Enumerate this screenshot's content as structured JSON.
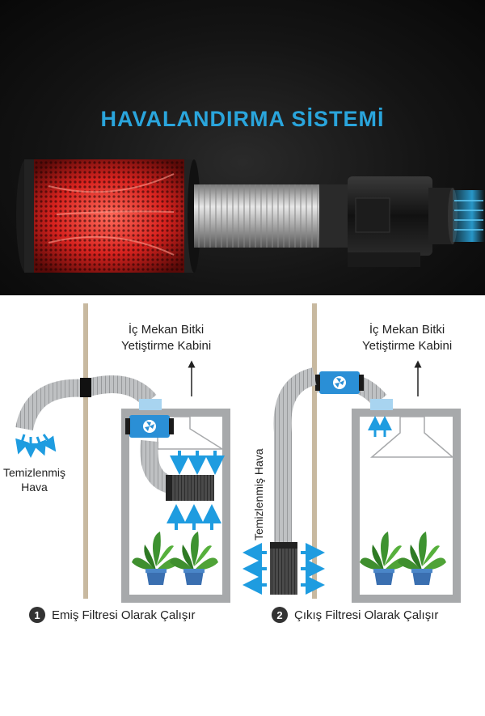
{
  "hero": {
    "title": "HAVALANDIRMA SİSTEMİ"
  },
  "diagram_left": {
    "cabin_label_line1": "İç Mekan Bitki",
    "cabin_label_line2": "Yetiştirme Kabini",
    "exhaust_label_line1": "Temizlenmiş",
    "exhaust_label_line2": "Hava",
    "caption_number": "1",
    "caption_text": "Emiş Filtresi Olarak Çalışır"
  },
  "diagram_right": {
    "cabin_label_line1": "İç Mekan Bitki",
    "cabin_label_line2": "Yetiştirme Kabini",
    "exhaust_label": "Temizlenmiş Hava",
    "caption_number": "2",
    "caption_text": "Çıkış Filtresi Olarak Çalışır"
  },
  "colors": {
    "title_blue": "#2aa5dc",
    "arrow_blue": "#1e9ce0",
    "filter_red": "#d8231f",
    "fan_blue": "#2a8fd6",
    "wall": "#c8b9a0",
    "cabin_gray": "#a7a9ab"
  }
}
